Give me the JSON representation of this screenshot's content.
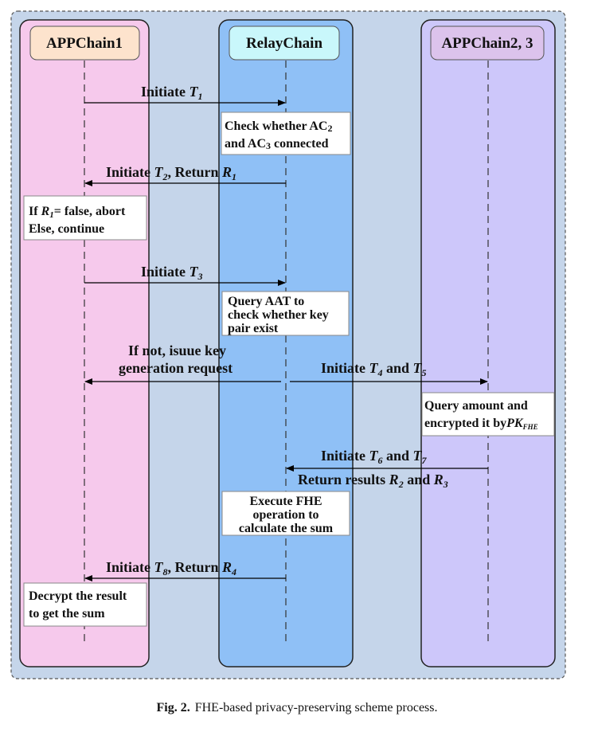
{
  "lanes": {
    "app1": "APPChain1",
    "relay": "RelayChain",
    "app23": "APPChain2, 3"
  },
  "messages": {
    "m1": {
      "prefix": "Initiate ",
      "t1": "T",
      "s1": "1"
    },
    "m2": {
      "prefix": "Initiate ",
      "t1": "T",
      "s1": "2",
      "mid": ", Return ",
      "t2": "R",
      "s2": "1"
    },
    "m3": {
      "prefix": "Initiate ",
      "t1": "T",
      "s1": "3"
    },
    "m4": {
      "line1": "If not, isuue key",
      "line2": "generation request"
    },
    "m5": {
      "prefix": "Initiate ",
      "t1": "T",
      "s1": "4",
      "mid": " and ",
      "t2": "T",
      "s2": "5"
    },
    "m6": {
      "prefix": "Initiate ",
      "t1": "T",
      "s1": "6",
      "mid": " and ",
      "t2": "T",
      "s2": "7"
    },
    "m6b": {
      "prefix": "Return results ",
      "t1": "R",
      "s1": "2",
      "mid": "  and ",
      "t2": "R",
      "s2": "3"
    },
    "m7": {
      "prefix": "Initiate ",
      "t1": "T",
      "s1": "8",
      "mid": ", Return ",
      "t2": "R",
      "s2": "4"
    }
  },
  "notes": {
    "n1": {
      "line1": "Check whether AC",
      "sub1": "2",
      "line2": "and AC",
      "sub2": "3",
      "tail2": " connected"
    },
    "n2": {
      "line1a": "If ",
      "line1r": "R",
      "line1s": "1",
      "line1b": "= false, abort",
      "line2": "Else, continue"
    },
    "n3": {
      "line1": "Query AAT to",
      "line2": "check whether key",
      "line3": "pair exist"
    },
    "n4": {
      "line1": "Query amount and",
      "line2": "encrypted it by",
      "pk": "PK",
      "pksub": "FHE"
    },
    "n5": {
      "line1": "Execute FHE",
      "line2": "operation to",
      "line3": "calculate the sum"
    },
    "n6": {
      "line1": "Decrypt the result",
      "line2": "to get the sum"
    }
  },
  "caption": {
    "label": "Fig. 2.",
    "text": "FHE-based privacy-preserving scheme process."
  },
  "colors": {
    "background": "#c5d5ea",
    "lane_app1": "#f6c9ec",
    "lane_relay": "#8fc0f6",
    "lane_app23": "#cdc7fa",
    "header_app1": "#fde3cd",
    "header_relay": "#c9f7fb",
    "header_app23": "#dcc3ec"
  }
}
